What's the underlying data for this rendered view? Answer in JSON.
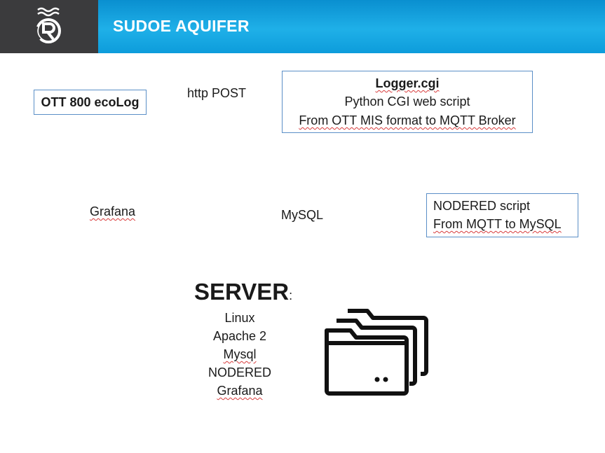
{
  "header": {
    "title": "SUDOE AQUIFER",
    "logo_icon": "sudoe-logo-icon",
    "colors": {
      "bar_blue": "#1fb0e8",
      "logo_bg": "#3b3b3d"
    }
  },
  "diagram": {
    "arrow_color": "#5b9bd5",
    "box_border_color": "#5b8fc7",
    "nodes": {
      "ott": {
        "label": "OTT 800 ecoLog"
      },
      "logger": {
        "title": "Logger.cgi",
        "line2": "Python CGI web script",
        "line3": "From OTT MIS format to MQTT Broker"
      },
      "nodered": {
        "line1": "NODERED script",
        "line2": "From MQTT to MySQL"
      },
      "mysql": {
        "label": "MySQL"
      },
      "grafana": {
        "label": "Grafana"
      }
    },
    "edges": {
      "ott_to_logger": {
        "label": "http POST"
      }
    }
  },
  "server": {
    "title": "SERVER",
    "colon": ":",
    "items": [
      "Linux",
      "Apache 2",
      "Mysql",
      "NODERED",
      "Grafana"
    ],
    "icon": "folders-icon"
  }
}
